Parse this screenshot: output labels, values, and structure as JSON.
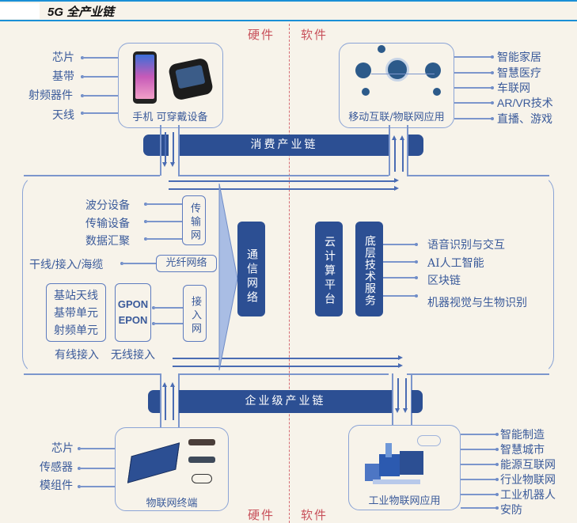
{
  "header": {
    "title": "5G 全产业链"
  },
  "divider": {
    "hardware": "硬件",
    "software": "软件"
  },
  "consumer": {
    "bar_label": "消费产业链",
    "hardware_box": {
      "caption": "手机  可穿戴设备",
      "icons": [
        "smartphone-image",
        "smartwatch-image"
      ]
    },
    "hardware_items": [
      "芯片",
      "基带",
      "射频器件",
      "天线"
    ],
    "software_box": {
      "caption": "移动互联/物联网应用",
      "icons": [
        "network-hub-image"
      ]
    },
    "software_items": [
      "智能家居",
      "智慧医疗",
      "车联网",
      "AR/VR技术",
      "直播、游戏"
    ]
  },
  "middle": {
    "transport": {
      "label": "传输网",
      "items": [
        "波分设备",
        "传输设备",
        "数据汇聚"
      ]
    },
    "fiber": {
      "label": "光纤网络",
      "item": "干线/接入/海缆"
    },
    "access": {
      "label": "接入网",
      "wireless_box": [
        "基站天线",
        "基带单元",
        "射频单元"
      ],
      "wired_box": [
        "GPON",
        "EPON"
      ],
      "captions": [
        "有线接入",
        "无线接入"
      ]
    },
    "comm_network": "通信网络",
    "cloud_platform": "云计算平台",
    "base_tech": {
      "label": "底层技术服务",
      "items": [
        "语音识别与交互",
        "AI人工智能",
        "区块链",
        "机器视觉与生物识别"
      ]
    }
  },
  "enterprise": {
    "bar_label": "企业级产业链",
    "hardware_box": {
      "caption": "物联网终端",
      "icons": [
        "iot-board-image",
        "sensor-image"
      ]
    },
    "hardware_items": [
      "芯片",
      "传感器",
      "模组件"
    ],
    "software_box": {
      "caption": "工业物联网应用",
      "icons": [
        "factory-image"
      ]
    },
    "software_items": [
      "智能制造",
      "智慧城市",
      "能源互联网",
      "行业物联网",
      "工业机器人",
      "安防"
    ]
  },
  "colors": {
    "navy": "#2c4f93",
    "line": "#7c96cc",
    "red": "#c8505a",
    "background": "#f7f3ea",
    "header_rule": "#1a8fd6"
  }
}
